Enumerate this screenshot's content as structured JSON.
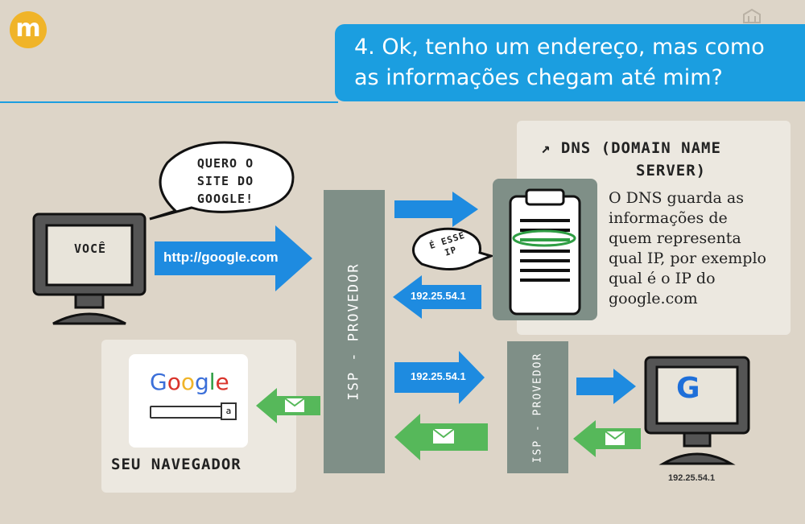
{
  "header": {
    "title_line1": "4. Ok, tenho um endereço, mas como",
    "title_line2": "as informações chegam até mim?",
    "logo_letter": "m",
    "accent_color": "#1b9ee0"
  },
  "user": {
    "speech_line1": "QUERO O",
    "speech_line2": "SITE DO",
    "speech_line3": "GOOGLE!",
    "screen_label": "VOCÊ"
  },
  "request_arrow": {
    "label": "http://google.com"
  },
  "isp": {
    "label": "ISP - PROVEDOR"
  },
  "dns": {
    "title_line1": "↗ DNS (DOMAIN NAME",
    "title_line2": "SERVER)",
    "description": [
      "O DNS guarda as",
      "informações de",
      "quem representa",
      "qual IP, por exemplo",
      "qual é o IP do",
      "google.com"
    ],
    "reply_line1": "É ESSE",
    "reply_line2": "IP",
    "ip_reply": "192.25.54.1"
  },
  "routing": {
    "ip_forward": "192.25.54.1",
    "server_ip": "192.25.54.1",
    "server_letter": "G"
  },
  "browser": {
    "google_letters": [
      {
        "ch": "G",
        "color": "#3b6fd9"
      },
      {
        "ch": "o",
        "color": "#d9342b"
      },
      {
        "ch": "o",
        "color": "#f0b429"
      },
      {
        "ch": "g",
        "color": "#3b6fd9"
      },
      {
        "ch": "l",
        "color": "#2f9e44"
      },
      {
        "ch": "e",
        "color": "#d9342b"
      }
    ],
    "search_button": "a",
    "label": "SEU NAVEGADOR"
  },
  "colors": {
    "blue_arrow": "#1e8be0",
    "green_arrow": "#56b85a",
    "isp_box": "#7f8f87"
  }
}
